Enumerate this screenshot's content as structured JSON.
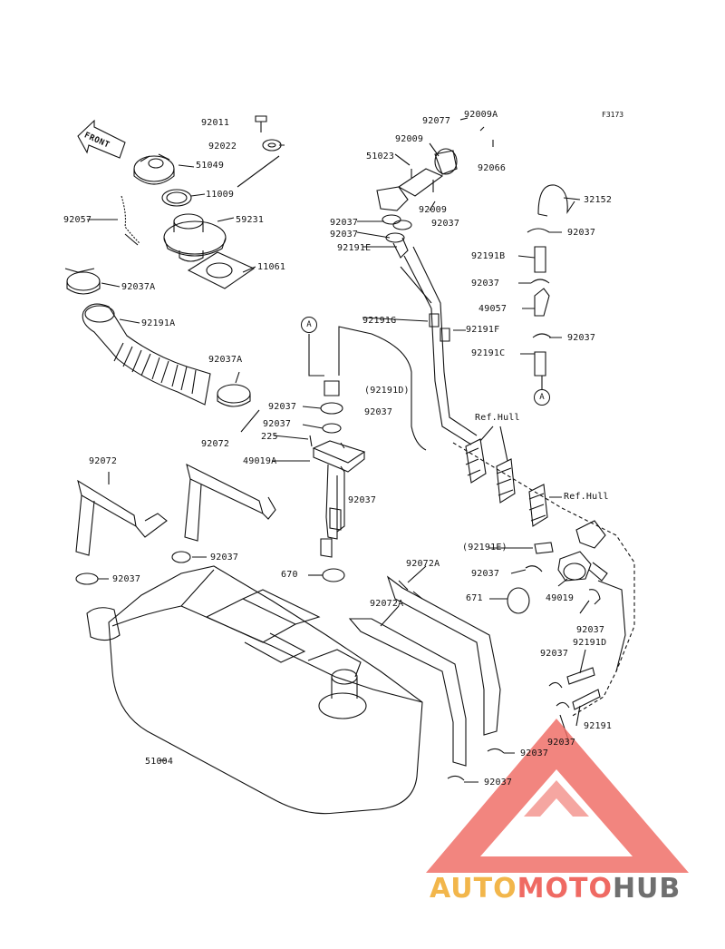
{
  "diagram": {
    "figure_code": "F3173",
    "front_label": "FRONT",
    "callout_letter": "A",
    "ref_hull_label": "Ref.Hull",
    "labels": {
      "p92011": "92011",
      "p92022": "92022",
      "p51049": "51049",
      "p11009": "11009",
      "p92057": "92057",
      "p59231": "59231",
      "p11061": "11061",
      "p92037A_top": "92037A",
      "p92191A": "92191A",
      "p92037A_mid": "92037A",
      "p92072_mid": "92072",
      "p92072_left": "92072",
      "p92037_left1": "92037",
      "p92037_left2": "92037",
      "p51004": "51004",
      "p92077": "92077",
      "p92009A": "92009A",
      "p92009_a": "92009",
      "p51023": "51023",
      "p92066": "92066",
      "p92009_b": "92009",
      "p92037_n1": "92037",
      "p92037_n2": "92037",
      "p92037_n3": "92037",
      "p92191E": "92191E",
      "p92191G": "92191G",
      "p92191F": "92191F",
      "p32152": "32152",
      "p92037_r1": "92037",
      "p92191B": "92191B",
      "p92037_r2": "92037",
      "p49057": "49057",
      "p92037_r3": "92037",
      "p92191C": "92191C",
      "p92037_c1": "92037",
      "p92191D_paren": "(92191D)",
      "p92037_c2": "92037",
      "p92037_c3": "92037",
      "p225": "225",
      "p49019A": "49019A",
      "p92037_c4": "92037",
      "p670": "670",
      "p92072A_a": "92072A",
      "p92072A_b": "92072A",
      "p92191E_paren": "(92191E)",
      "p92037_d1": "92037",
      "p671": "671",
      "p49019": "49019",
      "p92037_d2": "92037",
      "p92037_d3": "92037",
      "p92191D": "92191D",
      "p92191": "92191",
      "p92037_d4": "92037",
      "p92037_b1": "92037",
      "p92037_b2": "92037"
    }
  },
  "watermark": {
    "part1": "AUTO",
    "part2": "MOTO",
    "part3": "HUB",
    "colors": {
      "auto": "#f2b64b",
      "moto": "#ef6a63",
      "hub": "#6f6f6f",
      "triangle": "#ef6a63"
    }
  }
}
